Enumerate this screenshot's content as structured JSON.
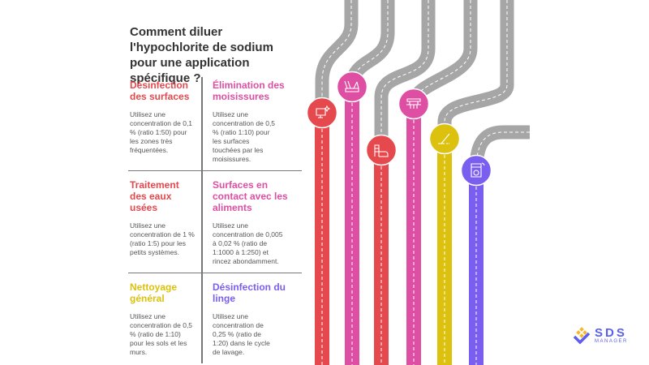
{
  "title": "Comment diluer l'hypochlorite de sodium pour une application spécifique ?",
  "cards": [
    {
      "heading": "Désinfection des surfaces",
      "text": "Utilisez une concentration de 0,1 % (ratio 1:50) pour les zones très fréquentées.",
      "color": "#e5484d",
      "icon": "computer-sparkle-icon"
    },
    {
      "heading": "Élimination des moisissures",
      "text": "Utilisez une concentration de 0,5 % (ratio 1:10) pour les surfaces touchées par les moisissures.",
      "color": "#de4fa3",
      "icon": "cleaning-brush-icon"
    },
    {
      "heading": "Traitement des eaux usées",
      "text": "Utilisez une concentration de 1 % (ratio 1:5) pour les petits systèmes.",
      "color": "#e5484d",
      "icon": "treatment-plant-icon"
    },
    {
      "heading": "Surfaces en contact avec les aliments",
      "text": "Utilisez une concentration de 0,005 à 0,02 % (ratio de 1:1000 à 1:250) et rincez abondamment.",
      "color": "#de4fa3",
      "icon": "kitchen-shelf-icon"
    },
    {
      "heading": "Nettoyage général",
      "text": "Utilisez une concentration de 0,5 % (ratio de 1:10) pour les sols et les murs.",
      "color": "#dcc10f",
      "icon": "mop-icon"
    },
    {
      "heading": "Désinfection du linge",
      "text": "Utilisez une concentration de 0,25 % (ratio de 1:20) dans le cycle de lavage.",
      "color": "#7a5ef0",
      "icon": "washing-machine-icon"
    }
  ],
  "logo": {
    "name": "SDS",
    "sub": "MANAGER",
    "color": "#5b5ff0"
  },
  "road_color": "#a6a6a6"
}
